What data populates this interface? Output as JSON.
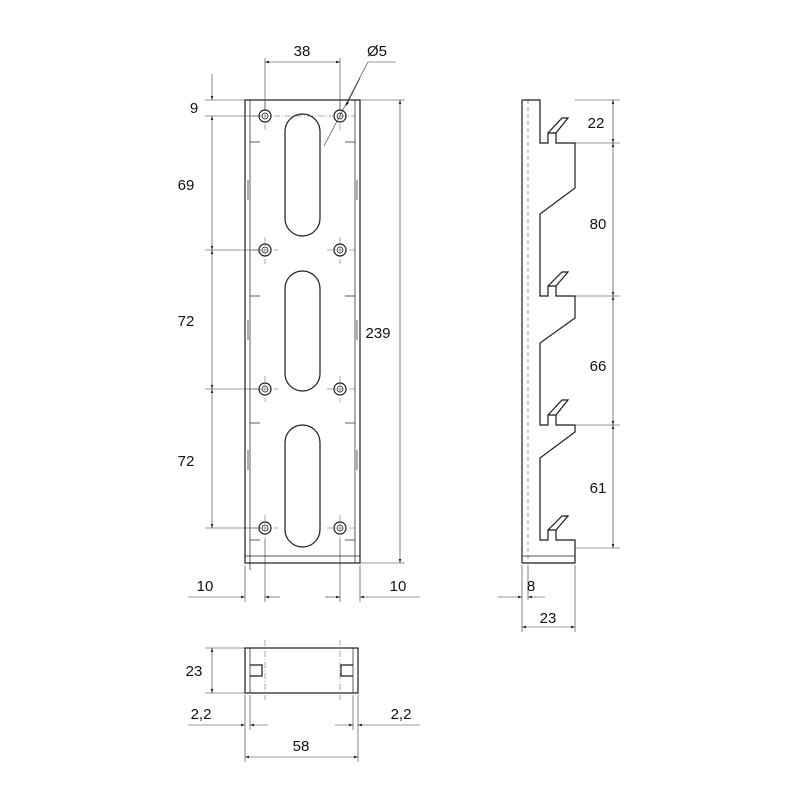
{
  "front_view": {
    "dim_hole_spacing": "38",
    "dim_hole_diameter": "Ø5",
    "dim_top": "9",
    "dim_seg1": "69",
    "dim_seg2": "72",
    "dim_seg3": "72",
    "dim_total_height": "239",
    "dim_left_margin": "10",
    "dim_right_margin": "10"
  },
  "side_view": {
    "dim_top": "22",
    "dim_seg1": "80",
    "dim_seg2": "66",
    "dim_seg3": "61",
    "dim_base_thickness": "8",
    "dim_depth": "23"
  },
  "bottom_view": {
    "dim_height": "23",
    "dim_left_wall": "2,2",
    "dim_right_wall": "2,2",
    "dim_width": "58"
  }
}
